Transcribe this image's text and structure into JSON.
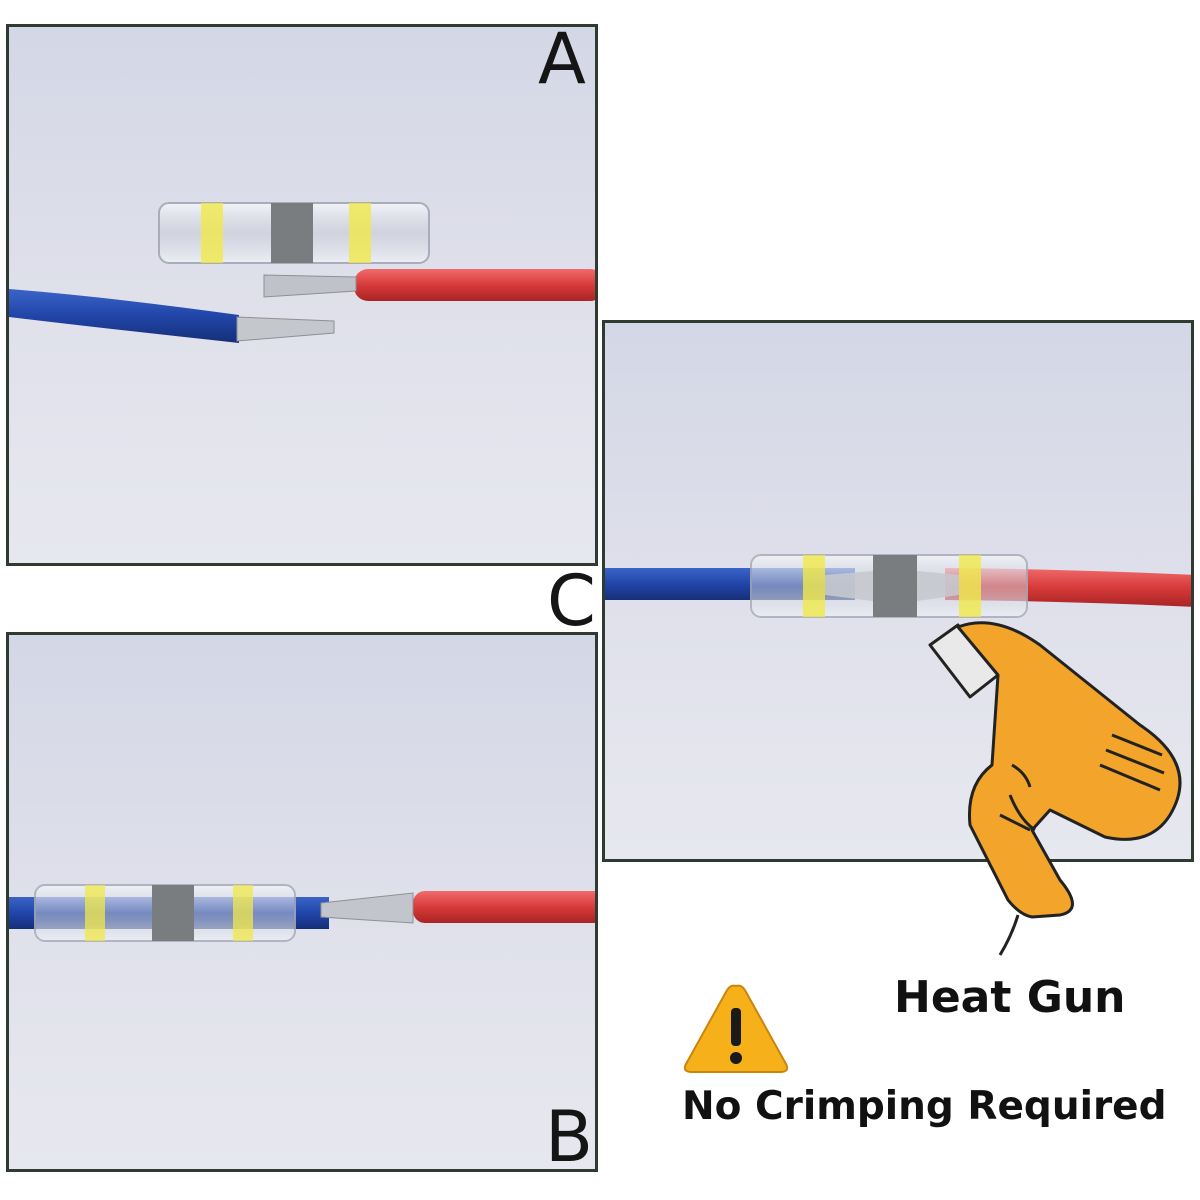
{
  "panels": {
    "a": {
      "letter": "A"
    },
    "b": {
      "letter": "B"
    },
    "c": {
      "letter": "C"
    }
  },
  "captions": {
    "tool": "Heat Gun",
    "note": "No Crimping Required"
  },
  "icons": {
    "tool_icon": "heat-gun-icon",
    "note_icon": "warning-icon"
  },
  "colors": {
    "blue_wire": "#2145a8",
    "red_wire": "#d83a3a",
    "heat_gun": "#f2a52a",
    "warning": "#f6b01a",
    "border": "#2f3a30"
  }
}
